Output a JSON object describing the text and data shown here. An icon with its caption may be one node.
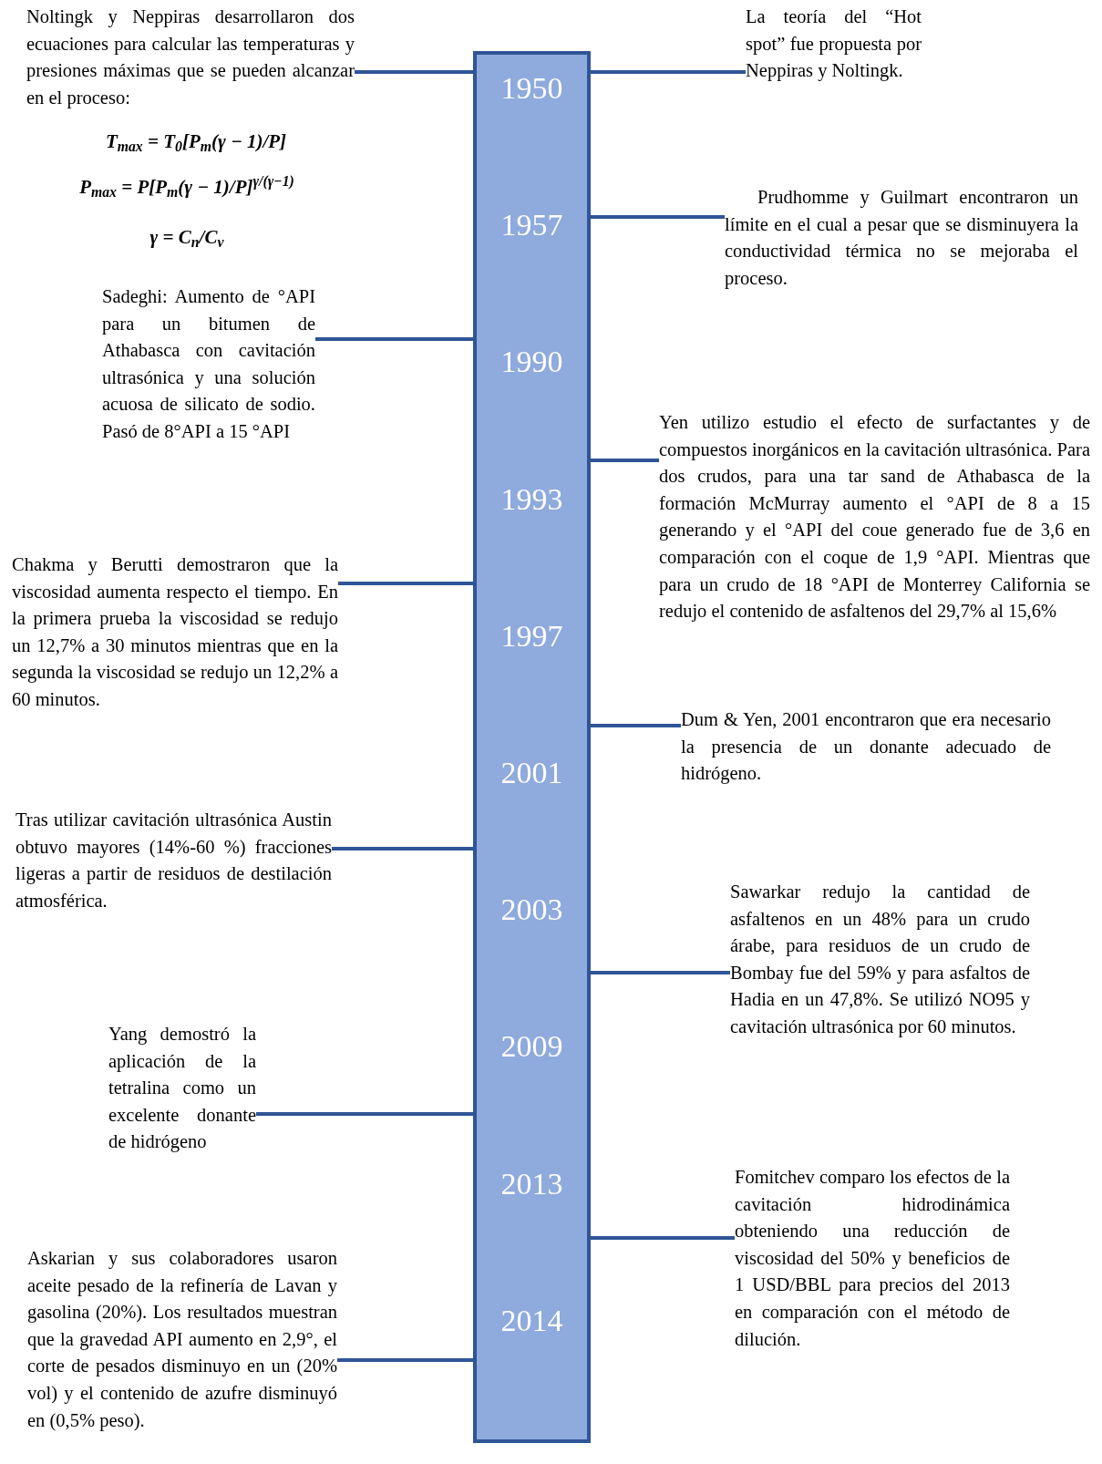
{
  "diagram": {
    "nodes": [
      {
        "text": [
          "1950",
          "1957",
          "1990",
          "1993",
          "1997",
          "2001",
          "2003",
          "2009",
          "2013",
          "2014"
        ]
      },
      {
        "text": [
          "Noltingk y Neppiras desarrollaron dos ecuaciones para calcular las temperaturas y presiones máximas que se pueden alcanzar en el proceso:"
        ]
      },
      {
        "text": [
          "La teoría del “Hot spot” fue propuesta por Neppiras y Noltingk."
        ]
      },
      {
        "text": [
          "Prudhomme y Guilmart encontraron un límite en el cual a pesar que se disminuyera la conductividad térmica no se mejoraba el proceso."
        ]
      },
      {
        "text": [
          "Sadeghi: Aumento de °API para un bitumen de Athabasca con cavitación ultrasónica y una solución acuosa de silicato de sodio. Pasó de 8°API a 15 °API"
        ]
      },
      {
        "text": [
          "Yen utilizo estudio el efecto de surfactantes y de compuestos inorgánicos en la cavitación ultrasónica. Para dos crudos, para una tar sand de Athabasca de la formación McMurray aumento el °API de 8 a 15 generando y el °API del coue generado fue de 3,6 en comparación con el coque de 1,9 °API. Mientras que para un crudo de 18 °API de Monterrey California se redujo el contenido de asfaltenos del 29,7% al 15,6%"
        ]
      },
      {
        "text": [
          "Chakma y Berutti demostraron que la viscosidad aumenta respecto el tiempo. En la primera prueba la viscosidad se redujo un 12,7% a 30 minutos mientras que en la segunda la viscosidad se redujo un 12,2% a 60 minutos."
        ]
      },
      {
        "text": [
          "Dum & Yen, 2001 encontraron que era necesario la presencia de un donante adecuado de hidrógeno."
        ]
      },
      {
        "text": [
          "Tras utilizar cavitación ultrasónica Austin obtuvo mayores (14%-60 %) fracciones ligeras a partir de residuos de destilación atmosférica."
        ]
      },
      {
        "text": [
          "Sawarkar redujo la cantidad de asfaltenos en un 48% para un crudo árabe, para residuos de un crudo de Bombay fue del 59% y para asfaltos de Hadia en un 47,8%. Se utilizó NO95 y cavitación ultrasónica por 60 minutos."
        ]
      },
      {
        "text": [
          "Yang demostró la aplicación de la tetralina como un excelente donante de hidrógeno"
        ]
      },
      {
        "text": [
          "Fomitchev comparo los efectos de la cavitación hidrodinámica obteniendo una reducción de viscosidad del 50% y beneficios de 1 USD/BBL para precios del 2013 en comparación con el método de dilución."
        ]
      },
      {
        "text": [
          "Askarian y sus colaboradores usaron aceite pesado de la refinería de Lavan y gasolina (20%). Los resultados muestran que la gravedad API aumento en 2,9°, el corte de pesados disminuyo en un (20% vol) y el contenido de azufre disminuyó en (0,5% peso)."
        ]
      }
    ],
    "edges": [
      {
        "from": 1,
        "to": 0,
        "arrow": "none"
      },
      {
        "from": 2,
        "to": 0,
        "arrow": "none"
      },
      {
        "from": 3,
        "to": 0,
        "arrow": "none"
      },
      {
        "from": 4,
        "to": 0,
        "arrow": "none"
      },
      {
        "from": 5,
        "to": 0,
        "arrow": "none"
      },
      {
        "from": 6,
        "to": 0,
        "arrow": "none"
      },
      {
        "from": 7,
        "to": 0,
        "arrow": "none"
      },
      {
        "from": 8,
        "to": 0,
        "arrow": "none"
      },
      {
        "from": 9,
        "to": 0,
        "arrow": "none"
      },
      {
        "from": 10,
        "to": 0,
        "arrow": "none"
      },
      {
        "from": 11,
        "to": 0,
        "arrow": "none"
      },
      {
        "from": 12,
        "to": 0,
        "arrow": "none"
      }
    ],
    "labels": [
      "T$_{max}$ = T$_{0}$[P$_{m}$(γ − 1)/P]",
      "P$_{max}$ = P[P$_{m}$(γ − 1)/P]$^{γ/(γ−1)}$",
      "γ = C$_{n}$/C$_{ν}$"
    ]
  }
}
